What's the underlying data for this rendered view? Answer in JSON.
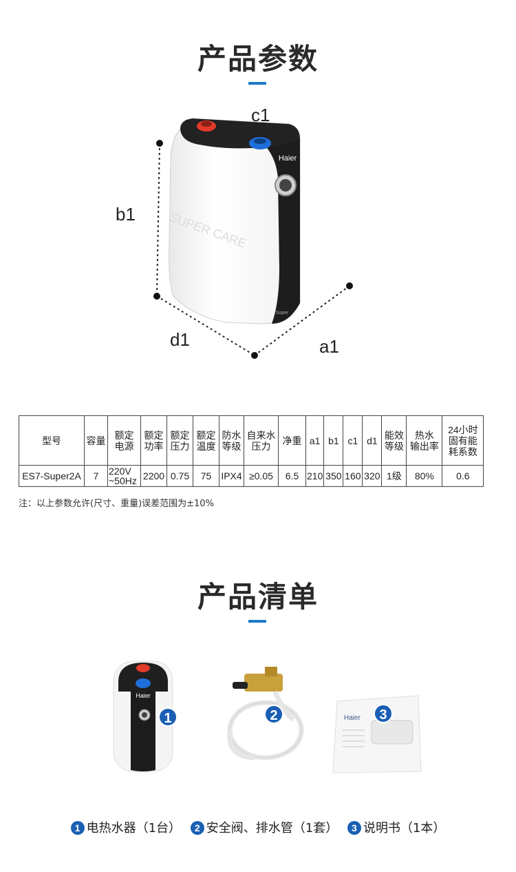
{
  "section1": {
    "title": "产品参数"
  },
  "dimensions": {
    "c1": "c1",
    "b1": "b1",
    "d1": "d1",
    "a1": "a1"
  },
  "product_print": {
    "brand": "Haier",
    "model_text": "Super",
    "side_text": "SUPER CARE"
  },
  "spec_table": {
    "headers": [
      [
        "型号"
      ],
      [
        "容量"
      ],
      [
        "额定",
        "电源"
      ],
      [
        "额定",
        "功率"
      ],
      [
        "额定",
        "压力"
      ],
      [
        "额定",
        "温度"
      ],
      [
        "防水",
        "等级"
      ],
      [
        "自来水",
        "压力"
      ],
      [
        "净重"
      ],
      [
        "a1"
      ],
      [
        "b1"
      ],
      [
        "c1"
      ],
      [
        "d1"
      ],
      [
        "能效",
        "等级"
      ],
      [
        "热水",
        "输出率"
      ],
      [
        "24小时",
        "固有能",
        "耗系数"
      ]
    ],
    "values": [
      [
        "ES7-Super2A"
      ],
      [
        "7"
      ],
      [
        "220V",
        "~50Hz"
      ],
      [
        "2200"
      ],
      [
        "0.75"
      ],
      [
        "75"
      ],
      [
        "IPX4"
      ],
      [
        "≥0.05"
      ],
      [
        "6.5"
      ],
      [
        "210"
      ],
      [
        "350"
      ],
      [
        "160"
      ],
      [
        "320"
      ],
      [
        "1级"
      ],
      [
        "80%"
      ],
      [
        "0.6"
      ]
    ]
  },
  "note": "注：以上参数允许(尺寸、重量)误差范围为±10%",
  "section2": {
    "title": "产品清单"
  },
  "items": [
    {
      "num": "1",
      "label": "电热水器（1台）"
    },
    {
      "num": "2",
      "label": "安全阀、排水管（1套）"
    },
    {
      "num": "3",
      "label": "说明书（1本）"
    }
  ],
  "colors": {
    "accent": "#1d7ac7",
    "badge": "#1a5fb4",
    "hot": "#e23a2a",
    "cold": "#1e6fd9"
  }
}
